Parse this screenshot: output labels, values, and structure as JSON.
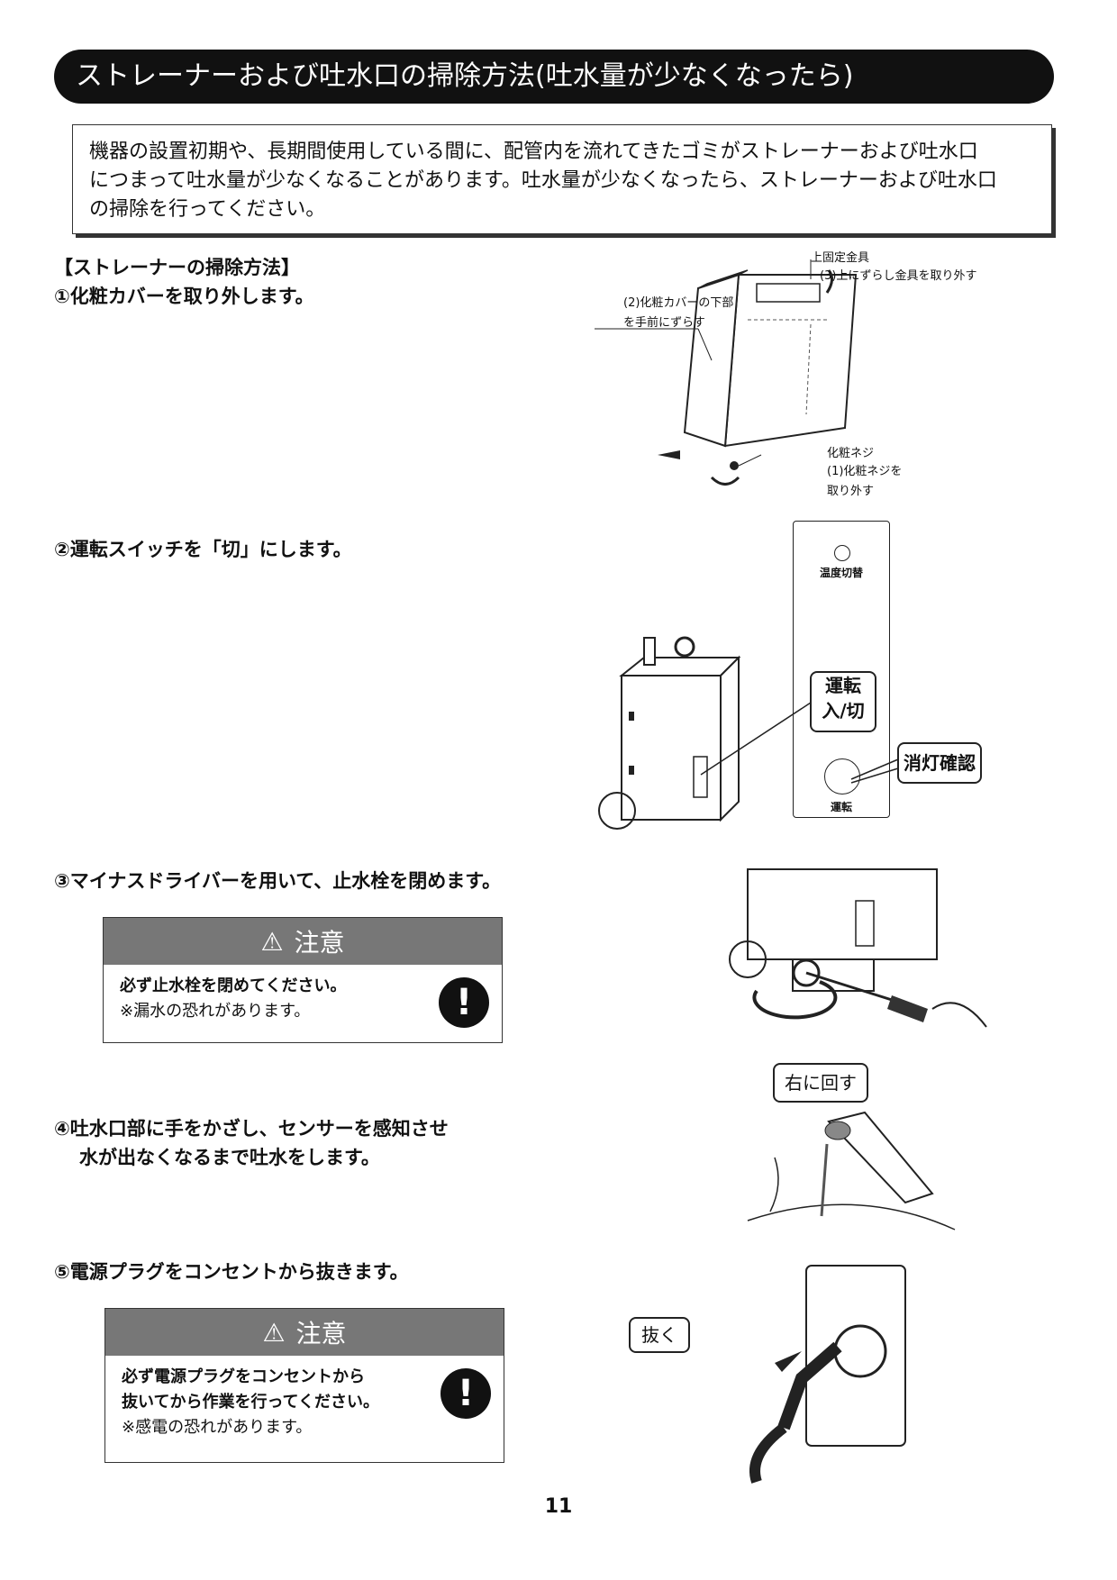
{
  "title": "ストレーナーおよび吐水口の掃除方法(吐水量が少なくなったら)",
  "intro": {
    "line1": "機器の設置初期や、長期間使用している間に、配管内を流れてきたゴミがストレーナーおよび吐水口",
    "line2": "につまって吐水量が少なくなることがあります。吐水量が少なくなったら、ストレーナーおよび吐水口",
    "line3": "の掃除を行ってください。"
  },
  "section_heading": "【ストレーナーの掃除方法】",
  "steps": {
    "s1": "①化粧カバーを取り外します。",
    "s2": "②運転スイッチを「切」にします。",
    "s3": "③マイナスドライバーを用いて、止水栓を閉めます。",
    "s4_l1": "④吐水口部に手をかざし、センサーを感知させ",
    "s4_l2": "水が出なくなるまで吐水をします。",
    "s5": "⑤電源プラグをコンセントから抜きます。"
  },
  "fig1": {
    "upper_bracket": "上固定金具",
    "step3_note": "(3)上にずらし金具を取り外す",
    "step2_note_l1": "(2)化粧カバーの下部",
    "step2_note_l2": "を手前にずらす",
    "screw": "化粧ネジ",
    "step1_note_l1": "(1)化粧ネジを",
    "step1_note_l2": "取り外す"
  },
  "fig2": {
    "temp_switch": "温度切替",
    "run_switch_l1": "運転",
    "run_switch_l2": "入/切",
    "light_check": "消灯確認",
    "run_lamp": "運転"
  },
  "fig3": {
    "turn_right": "右に回す"
  },
  "fig5": {
    "pull": "抜く"
  },
  "caution1": {
    "head": "注意",
    "line1": "必ず止水栓を閉めてください。",
    "line2": "※漏水の恐れがあります。"
  },
  "caution2": {
    "head": "注意",
    "line1": "必ず電源プラグをコンセントから",
    "line2": "抜いてから作業を行ってください。",
    "line3": "※感電の恐れがあります。"
  },
  "page_number": "11"
}
